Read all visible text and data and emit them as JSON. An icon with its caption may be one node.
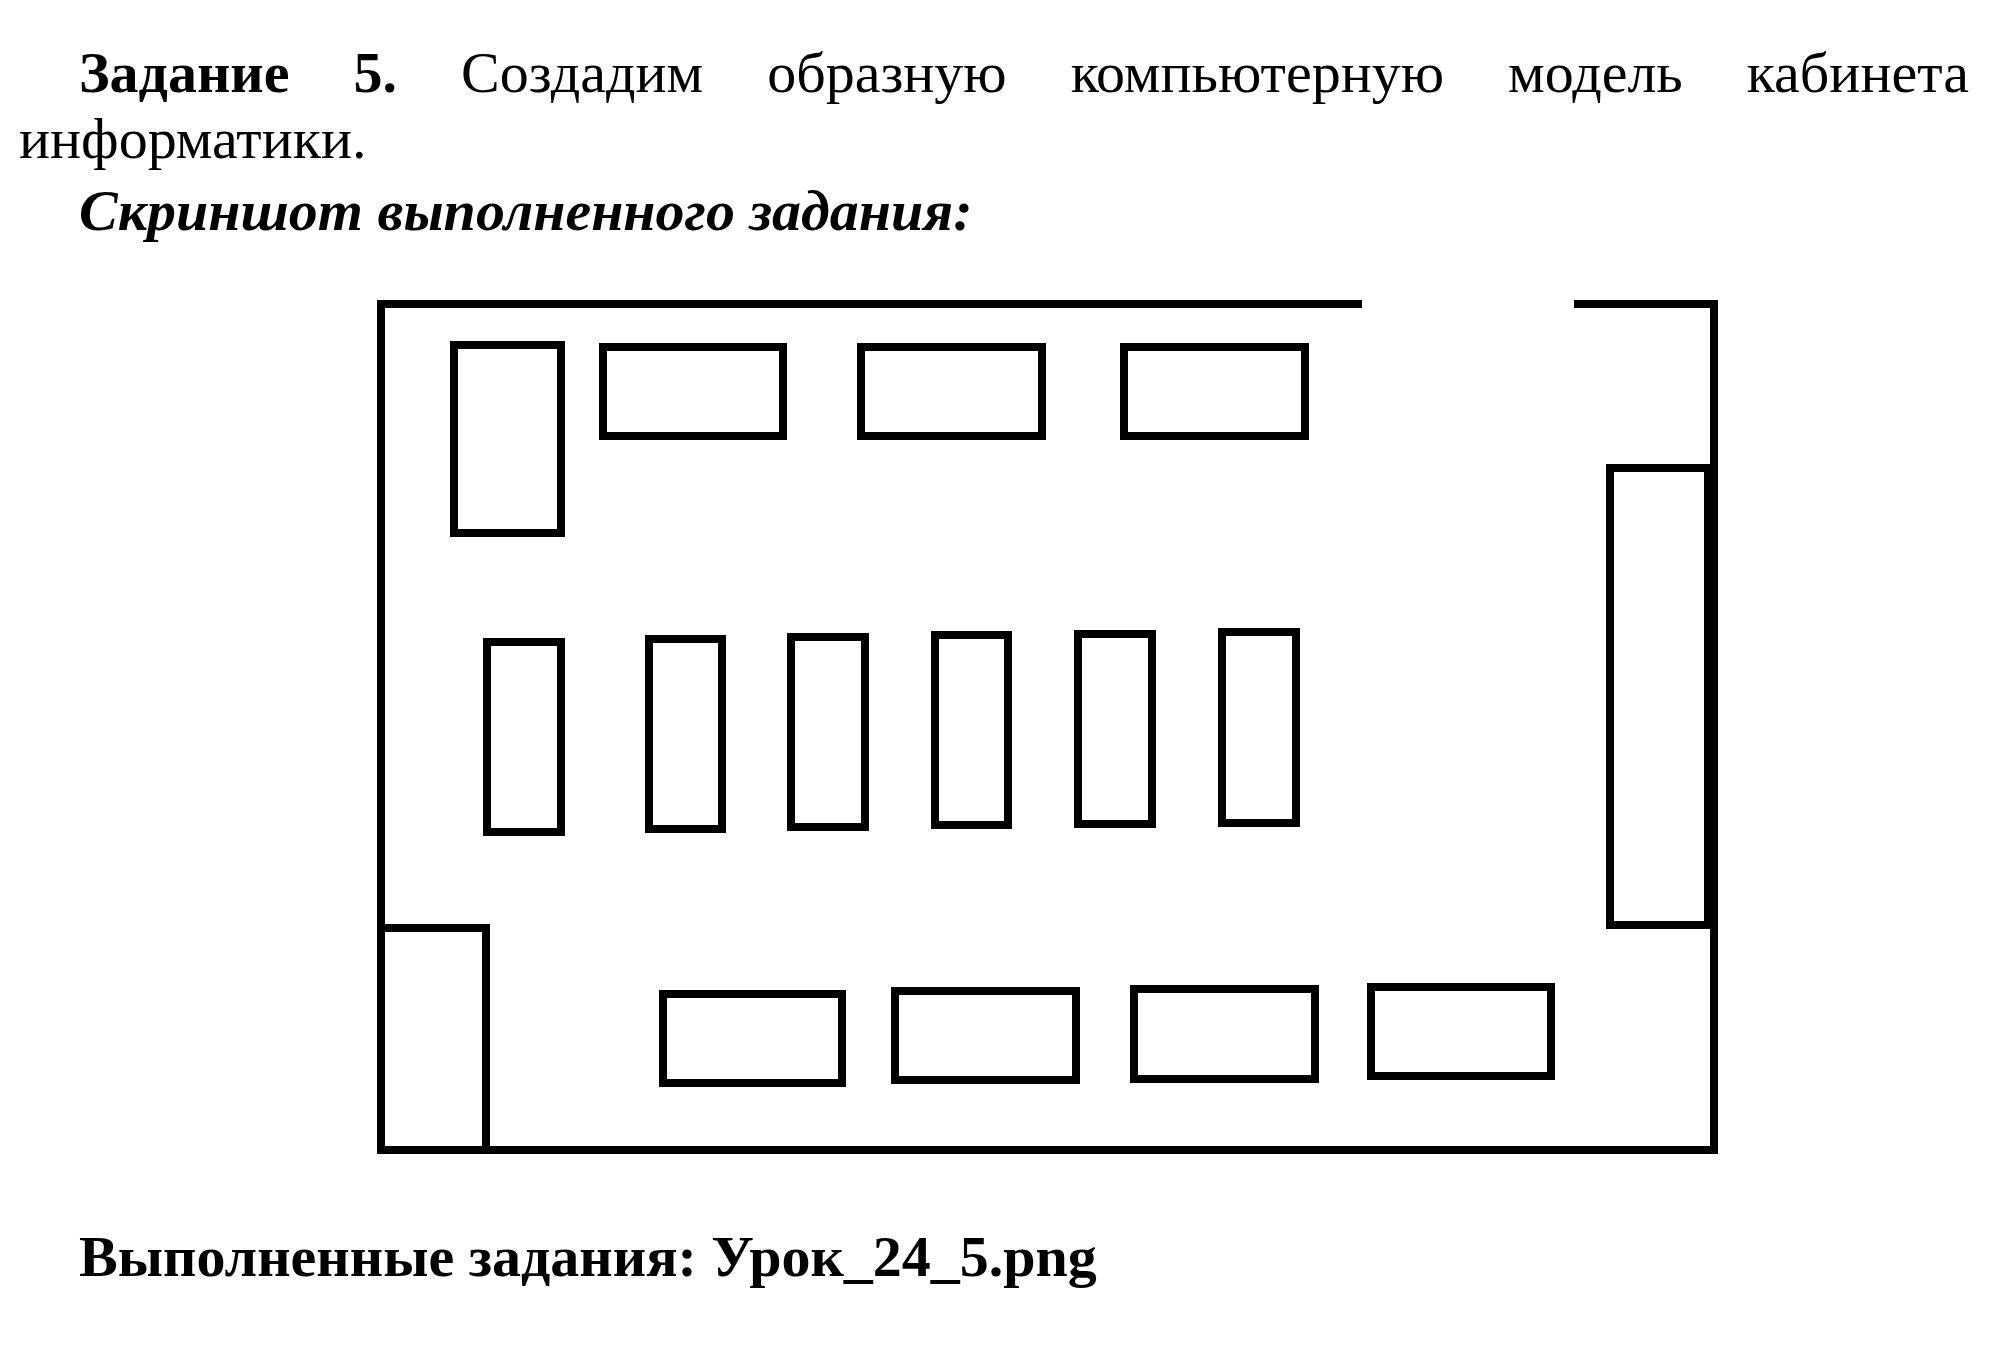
{
  "diagram": {
    "nodes": [
      {
        "text": [],
        "shape": "box"
      },
      {
        "text": [],
        "shape": "box"
      },
      {
        "text": [],
        "shape": "box"
      },
      {
        "text": [],
        "shape": "box"
      },
      {
        "text": [],
        "shape": "box"
      },
      {
        "text": [],
        "shape": "box"
      },
      {
        "text": [],
        "shape": "box"
      },
      {
        "text": [],
        "shape": "box"
      },
      {
        "text": [],
        "shape": "box"
      },
      {
        "text": [],
        "shape": "box"
      },
      {
        "text": [],
        "shape": "box"
      },
      {
        "text": [],
        "shape": "box"
      },
      {
        "text": [],
        "shape": "box"
      },
      {
        "text": [],
        "shape": "box"
      },
      {
        "text": [],
        "shape": "box"
      },
      {
        "text": [],
        "shape": "box"
      }
    ],
    "labels": [
      "**Задание 5.** Создадим образную компьютерную модель кабинета информатики.",
      "Скриншот выполненного задания:",
      "Выполненные задания: Урок_24_5.png"
    ]
  }
}
